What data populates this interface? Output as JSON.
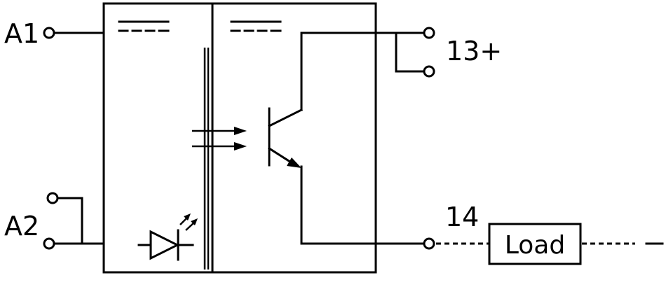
{
  "terminals": {
    "a1": "A1",
    "a2": "A2",
    "t13": "13+",
    "t14": "14"
  },
  "load": {
    "label": "Load"
  },
  "supply_end": {
    "label": "–"
  },
  "icons": {
    "dc_symbol_input": "dc-symbol-icon",
    "dc_symbol_output": "dc-symbol-icon",
    "led": "led-icon",
    "optocoupler_arrows": "light-arrow-icon",
    "transistor": "npn-transistor-icon"
  }
}
